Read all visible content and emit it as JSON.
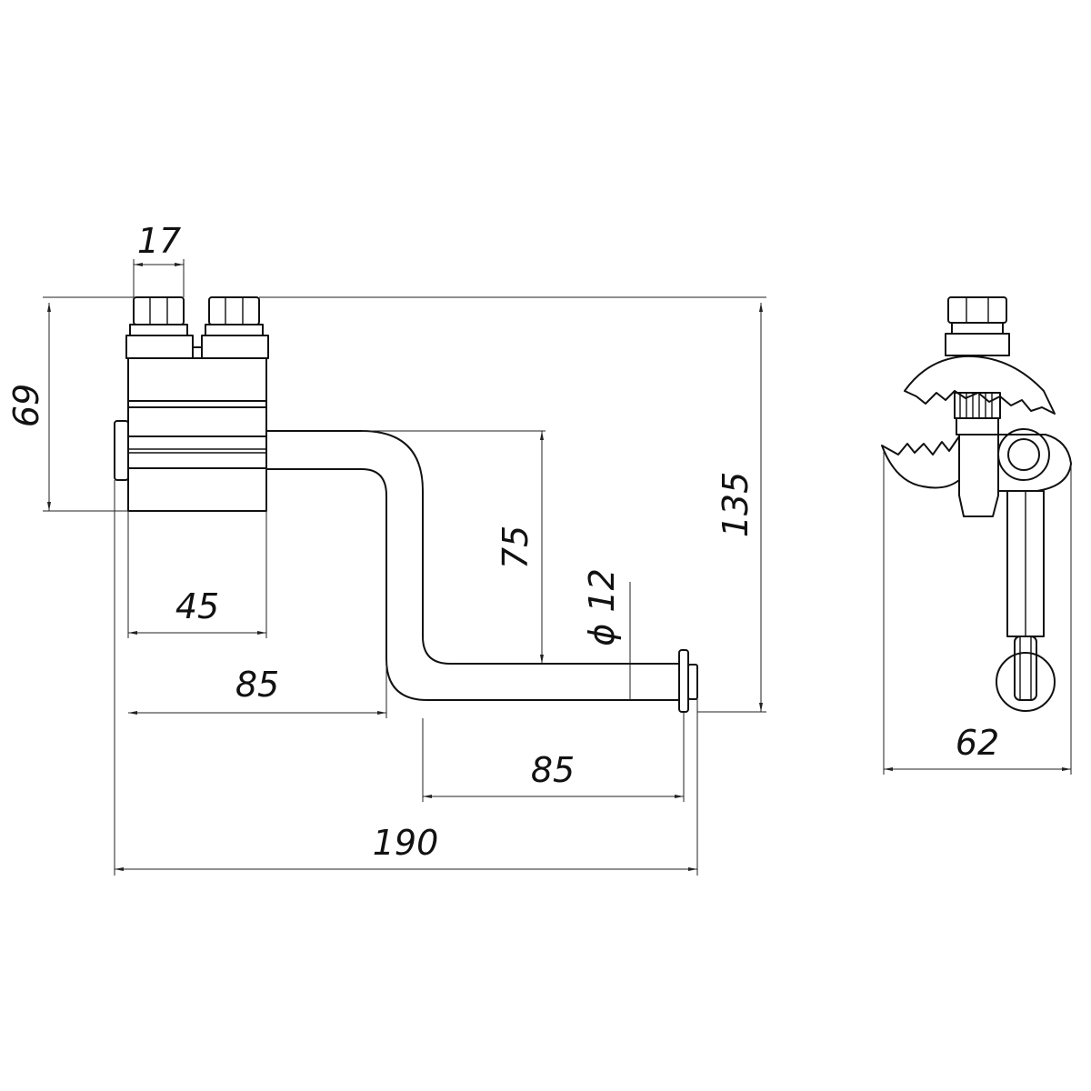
{
  "drawing": {
    "colors": {
      "line": "#111111",
      "background": "#ffffff"
    },
    "front_view": {
      "dimensions": {
        "bolt_width": "17",
        "clamp_height": "69",
        "clamp_width": "45",
        "rod_offset_a": "85",
        "rise_height": "75",
        "rod_diameter": "ϕ 12",
        "rod_offset_b": "85",
        "total_length": "190",
        "total_height": "135"
      }
    },
    "side_view": {
      "dimensions": {
        "total_width": "62"
      }
    }
  }
}
